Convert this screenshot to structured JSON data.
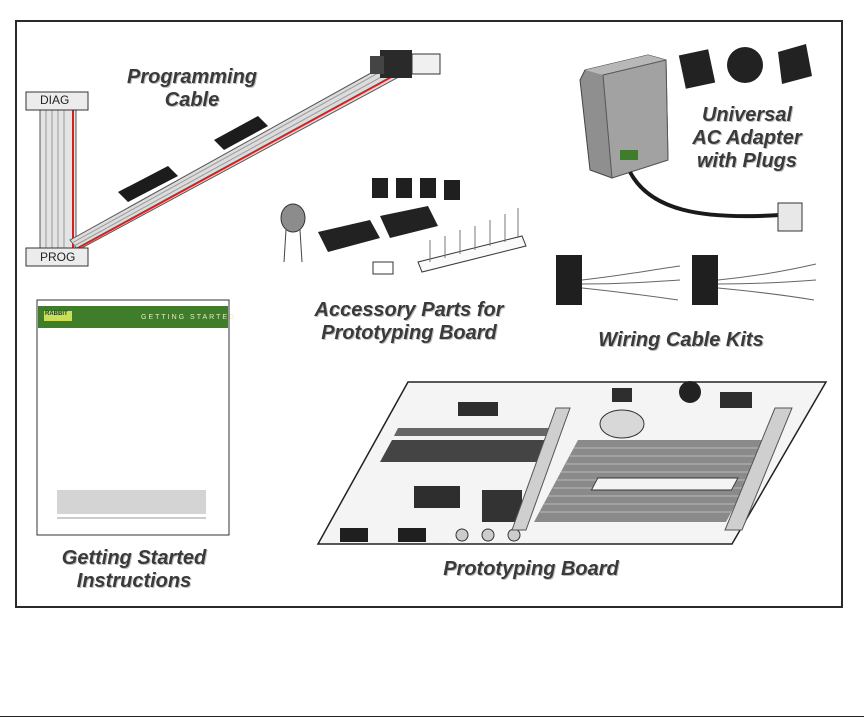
{
  "labels": {
    "programming_cable": [
      "Programming",
      "Cable"
    ],
    "ac_adapter": [
      "Universal",
      "AC Adapter",
      "with Plugs"
    ],
    "accessory_parts": [
      "Accessory Parts for",
      "Prototyping Board"
    ],
    "wiring_cable": "Wiring Cable Kits",
    "getting_started": [
      "Getting Started",
      "Instructions"
    ],
    "prototyping_board": "Prototyping Board"
  },
  "connectors": {
    "diag": "DIAG",
    "prog": "PROG"
  },
  "booklet": {
    "logo": "RABBIT",
    "banner": "GETTING STARTED"
  },
  "colors": {
    "border": "#2a2a2a",
    "label_text": "#3a3a3a",
    "cable_red": "#d62020",
    "booklet_green": "#3f7d2a"
  }
}
